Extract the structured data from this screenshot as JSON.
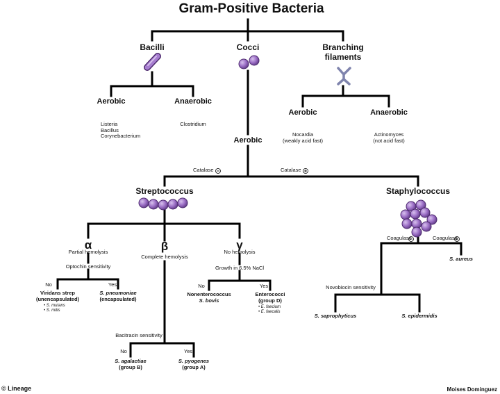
{
  "title": "Gram-Positive Bacteria",
  "bacilli": {
    "label": "Bacilli",
    "aerobic": {
      "label": "Aerobic",
      "examples": [
        "Listeria",
        "Bacillus",
        "Corynebacterium"
      ]
    },
    "anaerobic": {
      "label": "Anaerobic",
      "examples": [
        "Clostridium"
      ]
    }
  },
  "cocci": {
    "label": "Cocci",
    "aerobic_label": "Aerobic"
  },
  "branching": {
    "label": "Branching\nfilaments",
    "aerobic": {
      "label": "Aerobic",
      "examples": [
        "Nocardia",
        "(weakly acid fast)"
      ]
    },
    "anaerobic": {
      "label": "Anaerobic",
      "examples": [
        "Actinomyces",
        "(not acid fast)"
      ]
    }
  },
  "catalase_neg": "Catalase",
  "catalase_pos": "Catalase",
  "streptococcus": {
    "label": "Streptococcus",
    "alpha": {
      "symbol": "α",
      "desc": "Partial hemolysis",
      "test": "Optochin sensitivity",
      "no_label": "No",
      "yes_label": "Yes",
      "no_result": "Viridans strep\n(unencapsulated)",
      "no_species": [
        "S. mutans",
        "S. mitis"
      ],
      "yes_result_italic": "S. pneumoniae",
      "yes_result_note": "(encapsulated)"
    },
    "beta": {
      "symbol": "β",
      "desc": "Complete hemolysis",
      "test": "Bacitracin sensitivity",
      "no_label": "No",
      "yes_label": "Yes",
      "no_result_italic": "S. agalactiae",
      "no_result_note": "(group B)",
      "yes_result_italic": "S. pyogenes",
      "yes_result_note": "(group A)"
    },
    "gamma": {
      "symbol": "γ",
      "desc": "No hemolysis",
      "test": "Growth in 6.5% NaCl",
      "no_label": "No",
      "yes_label": "Yes",
      "no_result": "Nonenterococcus",
      "no_result_italic": "S. bovis",
      "yes_result": "Enterococci\n(group D)",
      "yes_species": [
        "E. faecium",
        "E. faecalis"
      ]
    }
  },
  "staphylococcus": {
    "label": "Staphylococcus",
    "coag_neg": "Coagulase",
    "coag_pos": "Coagulase",
    "aureus": "S. aureus",
    "test": "Novobiocin sensitivity",
    "saprophyticus": "S. saprophyticus",
    "epidermidis": "S. epidermidis"
  },
  "footer": {
    "left": "© Lineage",
    "right": "Moises Dominguez"
  },
  "colors": {
    "purple_fill": "#9c6fc6",
    "purple_stroke": "#4d2a6e",
    "line": "#000000",
    "filament": "#8a8fb8"
  }
}
